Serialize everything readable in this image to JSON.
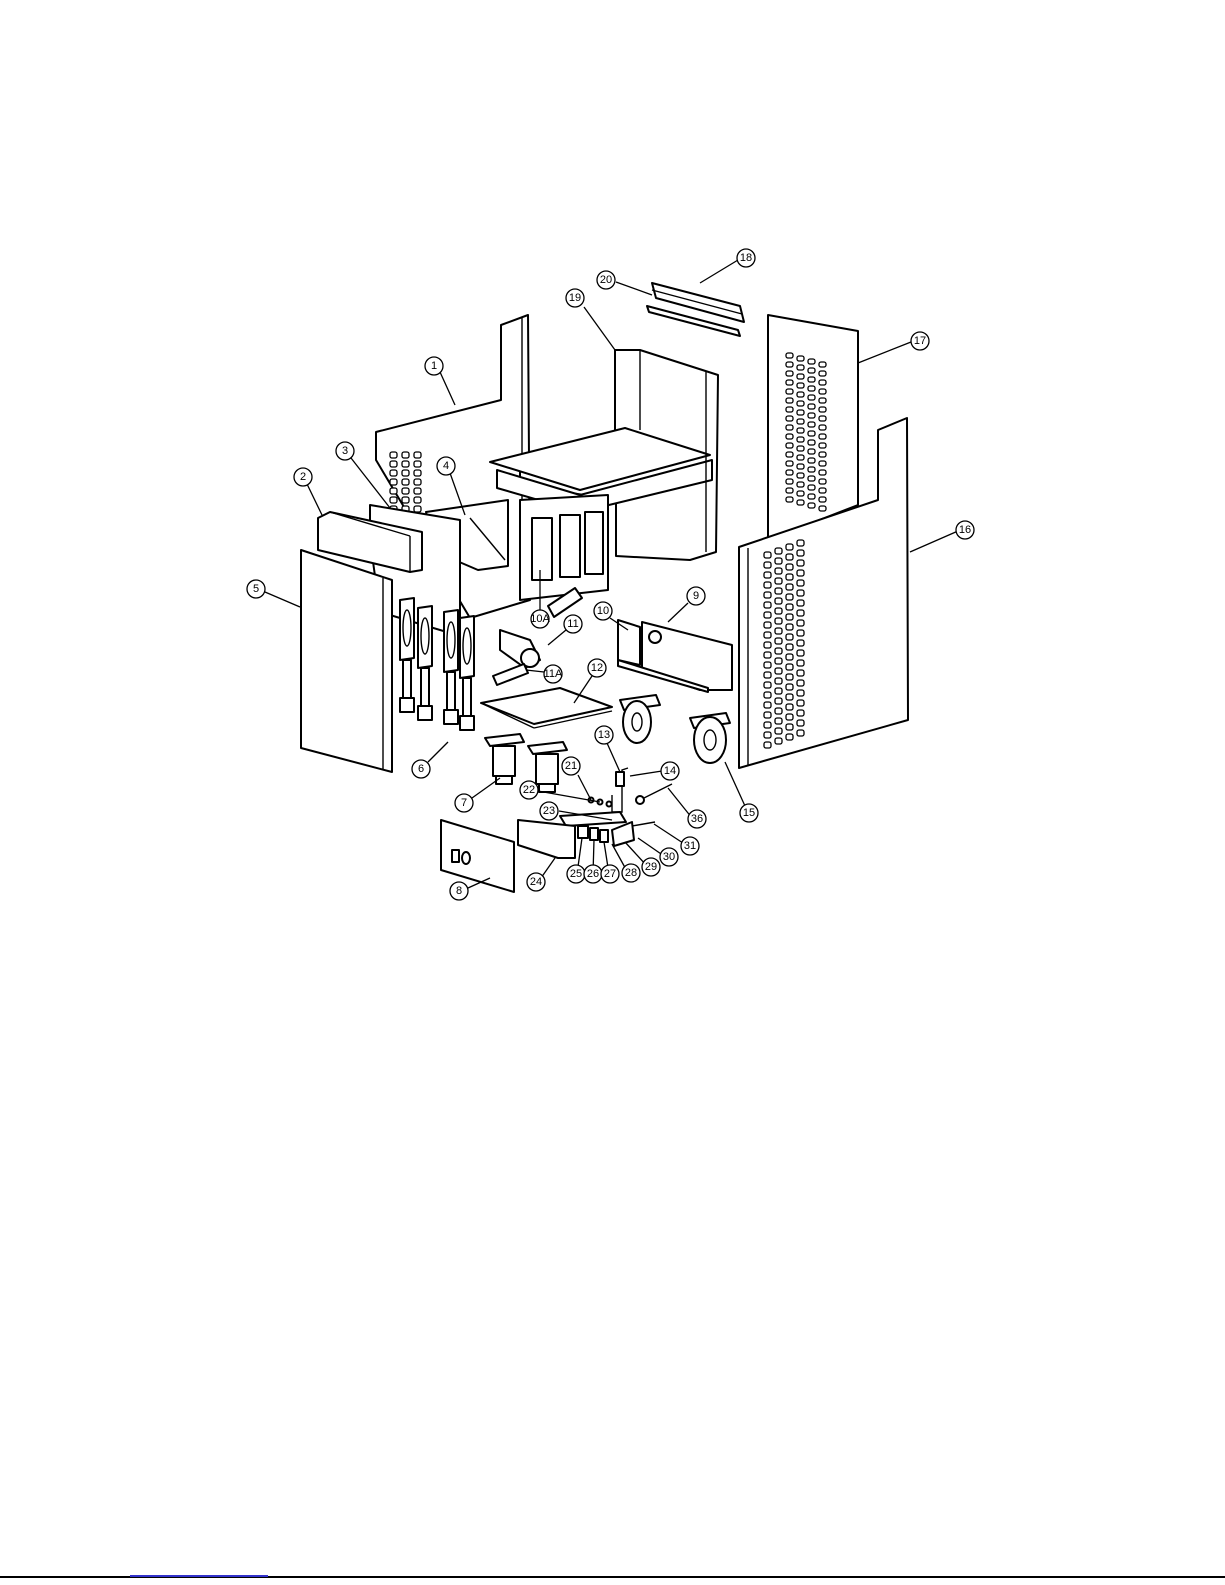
{
  "callouts": [
    {
      "id": "1",
      "label": "1"
    },
    {
      "id": "2",
      "label": "2"
    },
    {
      "id": "3",
      "label": "3"
    },
    {
      "id": "4",
      "label": "4"
    },
    {
      "id": "5",
      "label": "5"
    },
    {
      "id": "6",
      "label": "6"
    },
    {
      "id": "7",
      "label": "7"
    },
    {
      "id": "8",
      "label": "8"
    },
    {
      "id": "9",
      "label": "9"
    },
    {
      "id": "10",
      "label": "10"
    },
    {
      "id": "10A",
      "label": "10A"
    },
    {
      "id": "11",
      "label": "11"
    },
    {
      "id": "11A",
      "label": "11A"
    },
    {
      "id": "12",
      "label": "12"
    },
    {
      "id": "13",
      "label": "13"
    },
    {
      "id": "14",
      "label": "14"
    },
    {
      "id": "15",
      "label": "15"
    },
    {
      "id": "16",
      "label": "16"
    },
    {
      "id": "17",
      "label": "17"
    },
    {
      "id": "18",
      "label": "18"
    },
    {
      "id": "19",
      "label": "19"
    },
    {
      "id": "20",
      "label": "20"
    },
    {
      "id": "21",
      "label": "21"
    },
    {
      "id": "22",
      "label": "22"
    },
    {
      "id": "23",
      "label": "23"
    },
    {
      "id": "24",
      "label": "24"
    },
    {
      "id": "25",
      "label": "25"
    },
    {
      "id": "26",
      "label": "26"
    },
    {
      "id": "27",
      "label": "27"
    },
    {
      "id": "28",
      "label": "28"
    },
    {
      "id": "29",
      "label": "29"
    },
    {
      "id": "30",
      "label": "30"
    },
    {
      "id": "31",
      "label": "31"
    },
    {
      "id": "36",
      "label": "36"
    }
  ]
}
